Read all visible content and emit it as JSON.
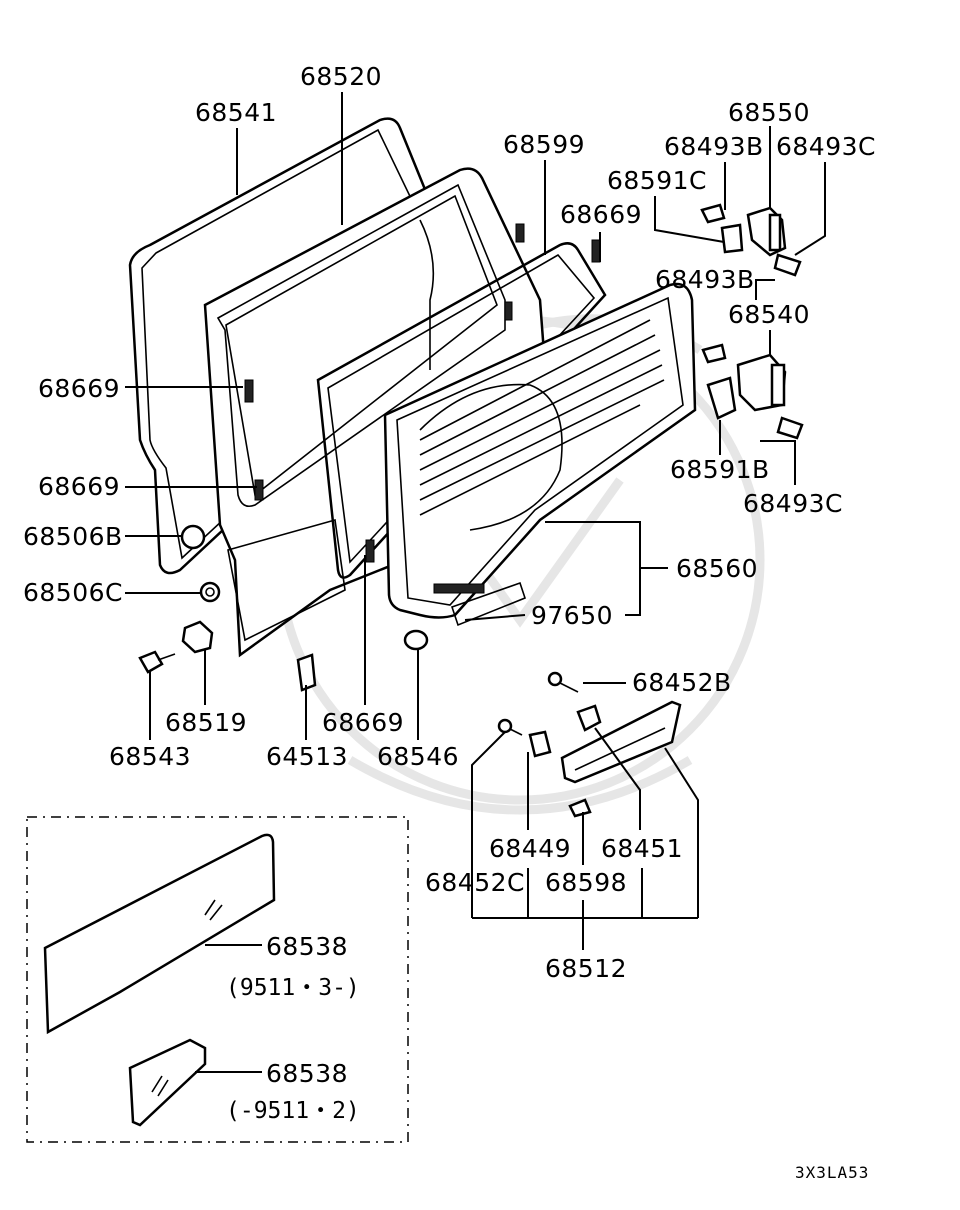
{
  "diagram_code": "3X3LA53",
  "callouts": {
    "p68541": "68541",
    "p68520": "68520",
    "p68599": "68599",
    "p68550": "68550",
    "p68493B_top": "68493B",
    "p68493C_top": "68493C",
    "p68591C": "68591C",
    "p68669_top": "68669",
    "p68493B_mid": "68493B",
    "p68540": "68540",
    "p68669_left1": "68669",
    "p68591B": "68591B",
    "p68669_left2": "68669",
    "p68493C_bot": "68493C",
    "p68506B": "68506B",
    "p68560": "68560",
    "p68506C": "68506C",
    "p97650": "97650",
    "p68452B": "68452B",
    "p68519": "68519",
    "p68669_bot": "68669",
    "p68543": "68543",
    "p64513": "64513",
    "p68546": "68546",
    "p68449": "68449",
    "p68451": "68451",
    "p68452C": "68452C",
    "p68598": "68598",
    "p68512": "68512",
    "p68538_a": "68538",
    "p68538_a_note": "(9511・3-)",
    "p68538_b": "68538",
    "p68538_b_note": "(-9511・2)"
  }
}
